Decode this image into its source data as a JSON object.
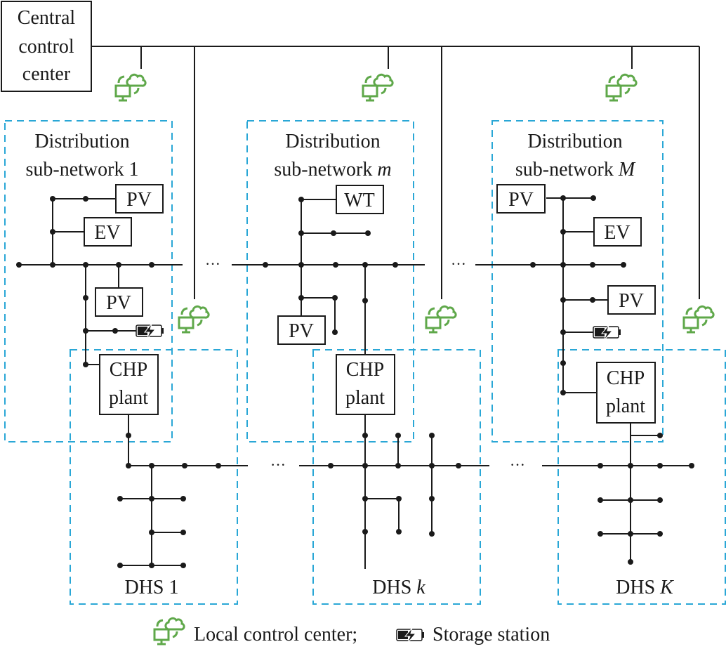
{
  "central": {
    "line1": "Central",
    "line2": "control",
    "line3": "center"
  },
  "subnetworks": [
    {
      "line1": "Distribution",
      "line2": "sub-network ",
      "index": "1",
      "italic": false
    },
    {
      "line1": "Distribution",
      "line2": "sub-network ",
      "index": "m",
      "italic": true
    },
    {
      "line1": "Distribution",
      "line2": "sub-network ",
      "index": "M",
      "italic": true
    }
  ],
  "dhs": [
    {
      "label": "DHS ",
      "index": "1",
      "italic": false
    },
    {
      "label": "DHS ",
      "index": "k",
      "italic": true
    },
    {
      "label": "DHS ",
      "index": "K",
      "italic": true
    }
  ],
  "devices": {
    "pv": "PV",
    "ev": "EV",
    "wt": "WT",
    "chp_line1": "CHP",
    "chp_line2": "plant"
  },
  "ellipsis": "···",
  "legend": {
    "local_control": "Local control center;",
    "storage": "Storage station"
  },
  "icons": {
    "local_control": "cloud-computer-sync-icon",
    "storage": "battery-charging-icon"
  },
  "colors": {
    "icon_green": "#5fa84a",
    "boundary_blue": "#2aa7d6",
    "line": "#1a1a1a"
  }
}
